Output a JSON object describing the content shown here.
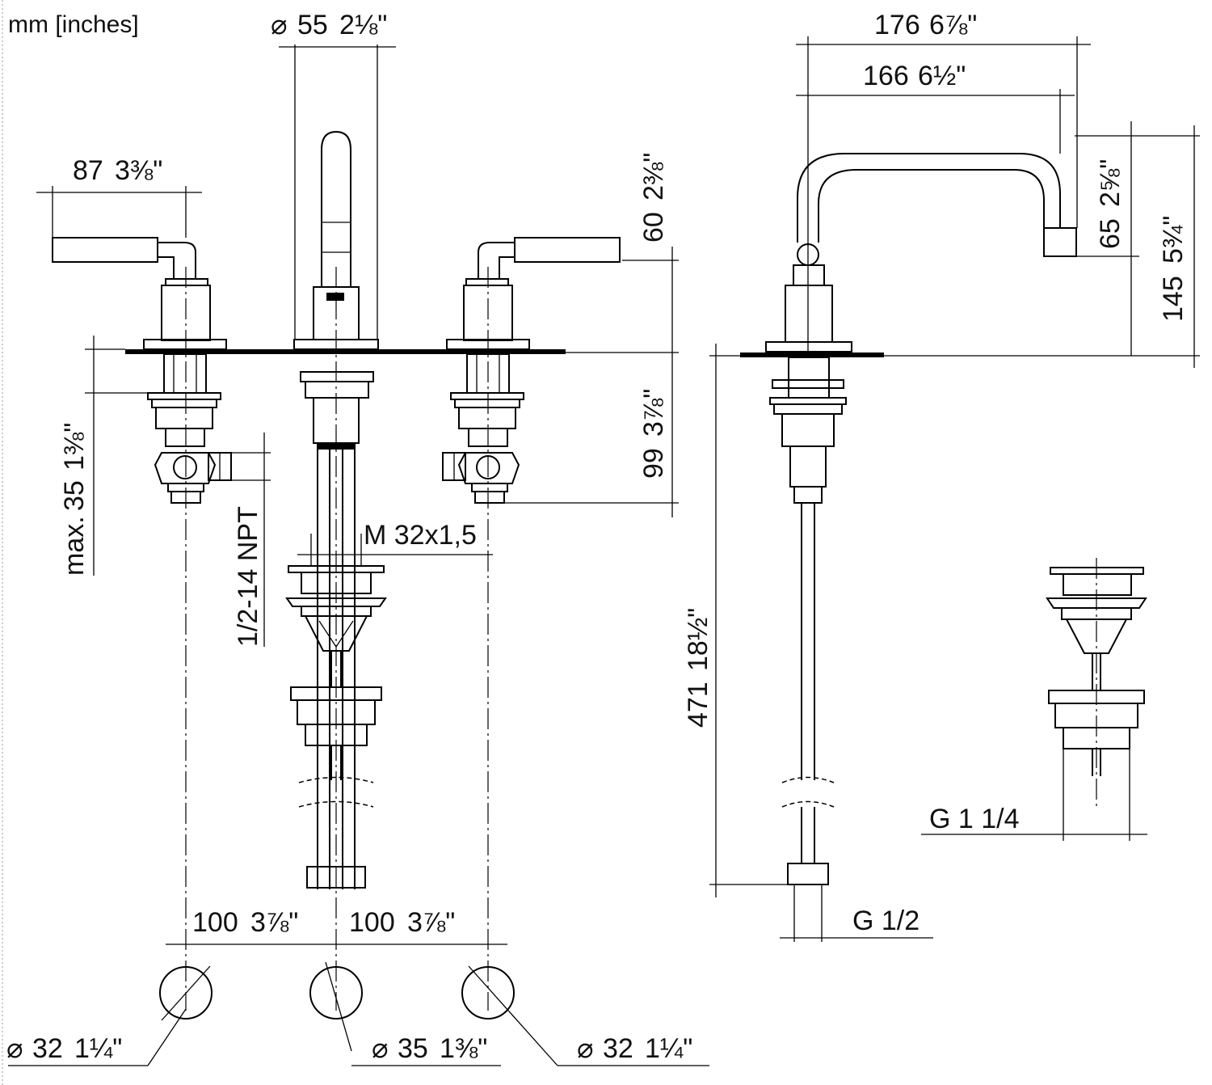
{
  "units_note": "mm [inches]",
  "dimensions": {
    "spout_diameter": {
      "symbol": "⌀",
      "mm": "55",
      "inch": "2⅛\""
    },
    "handle_length": {
      "mm": "87",
      "inch": "3⅜\""
    },
    "spout_rise": {
      "mm": "60",
      "inch": "2⅜\""
    },
    "below_deck": {
      "mm": "99",
      "inch": "3⅞\""
    },
    "deck_thickness": {
      "prefix": "max.",
      "mm": "35",
      "inch": "1⅜\""
    },
    "connection_thread": {
      "text": "1/2-14 NPT"
    },
    "drain_thread": {
      "text": "M 32x1,5"
    },
    "spacing_left": {
      "mm": "100",
      "inch": "3⅞\""
    },
    "spacing_right": {
      "mm": "100",
      "inch": "3⅞\""
    },
    "hole_left": {
      "symbol": "⌀",
      "mm": "32",
      "inch": "1¼\""
    },
    "hole_center": {
      "symbol": "⌀",
      "mm": "35",
      "inch": "1⅜\""
    },
    "hole_right": {
      "symbol": "⌀",
      "mm": "32",
      "inch": "1¼\""
    },
    "overall_reach": {
      "mm": "176",
      "inch": "6⅞\""
    },
    "spout_reach": {
      "mm": "166",
      "inch": "6½\""
    },
    "outlet_height": {
      "mm": "65",
      "inch": "2⅝\""
    },
    "overall_height": {
      "mm": "145",
      "inch": "5¾\""
    },
    "hose_length": {
      "mm": "471",
      "inch": "18½\""
    },
    "hose_thread": {
      "text": "G 1/2"
    },
    "waste_thread": {
      "text": "G 1 1/4"
    }
  }
}
